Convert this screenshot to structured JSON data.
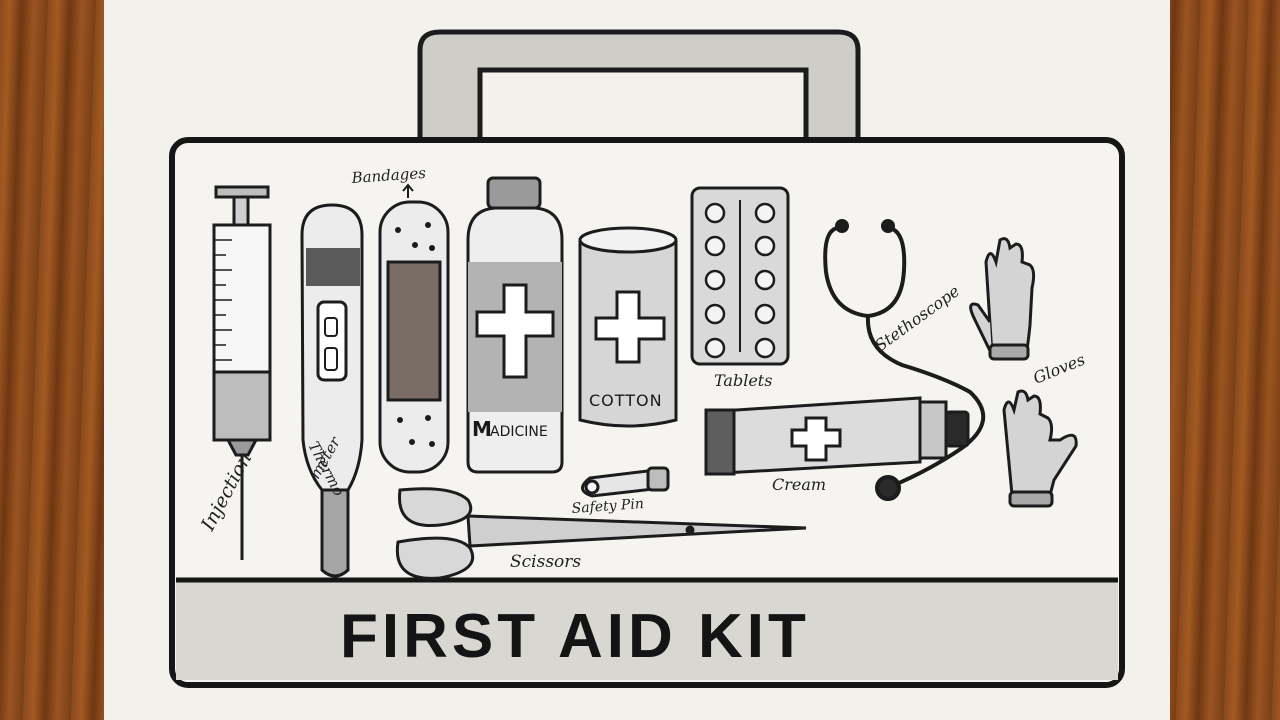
{
  "labels": {
    "bandages": "Bandages",
    "injection": "Injection",
    "thermo_top": "Thermo",
    "thermo_bottom": "meter",
    "madicine_m": "M",
    "madicine_rest": "ADICINE",
    "cotton": "COTTON",
    "tablets": "Tablets",
    "stethoscope": "Stethoscope",
    "gloves": "Gloves",
    "cream": "Cream",
    "safety_pin": "Safety Pin",
    "scissors": "Scissors"
  },
  "kit_title": "FIRST AID KIT",
  "colors": {
    "paper": "#f3f1ec",
    "ink": "#1a1a1a",
    "shade": "#9a9a9a",
    "wood": "#8a4a1c"
  }
}
